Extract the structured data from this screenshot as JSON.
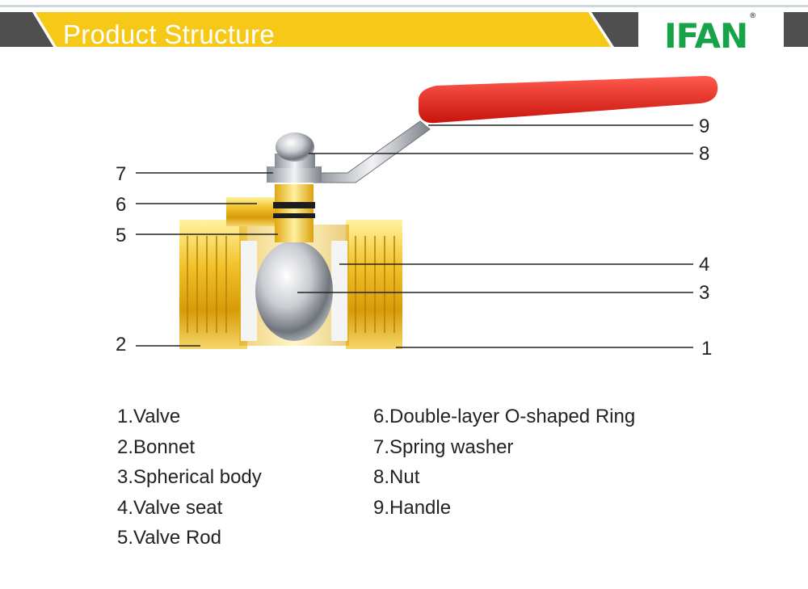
{
  "header": {
    "title": "Product Structure",
    "logo_text": "IFAN",
    "logo_mark": "®",
    "colors": {
      "banner": "#f6c918",
      "dark": "#4f4f4f",
      "logo": "#17a348",
      "handle": "#e8261f"
    }
  },
  "callouts": [
    "1",
    "2",
    "3",
    "4",
    "5",
    "6",
    "7",
    "8",
    "9"
  ],
  "legend": {
    "left": [
      "1.Valve",
      "2.Bonnet",
      "3.Spherical body",
      "4.Valve seat",
      "5.Valve Rod"
    ],
    "right": [
      "6.Double-layer O-shaped Ring",
      "7.Spring washer",
      "8.Nut",
      "9.Handle"
    ]
  }
}
